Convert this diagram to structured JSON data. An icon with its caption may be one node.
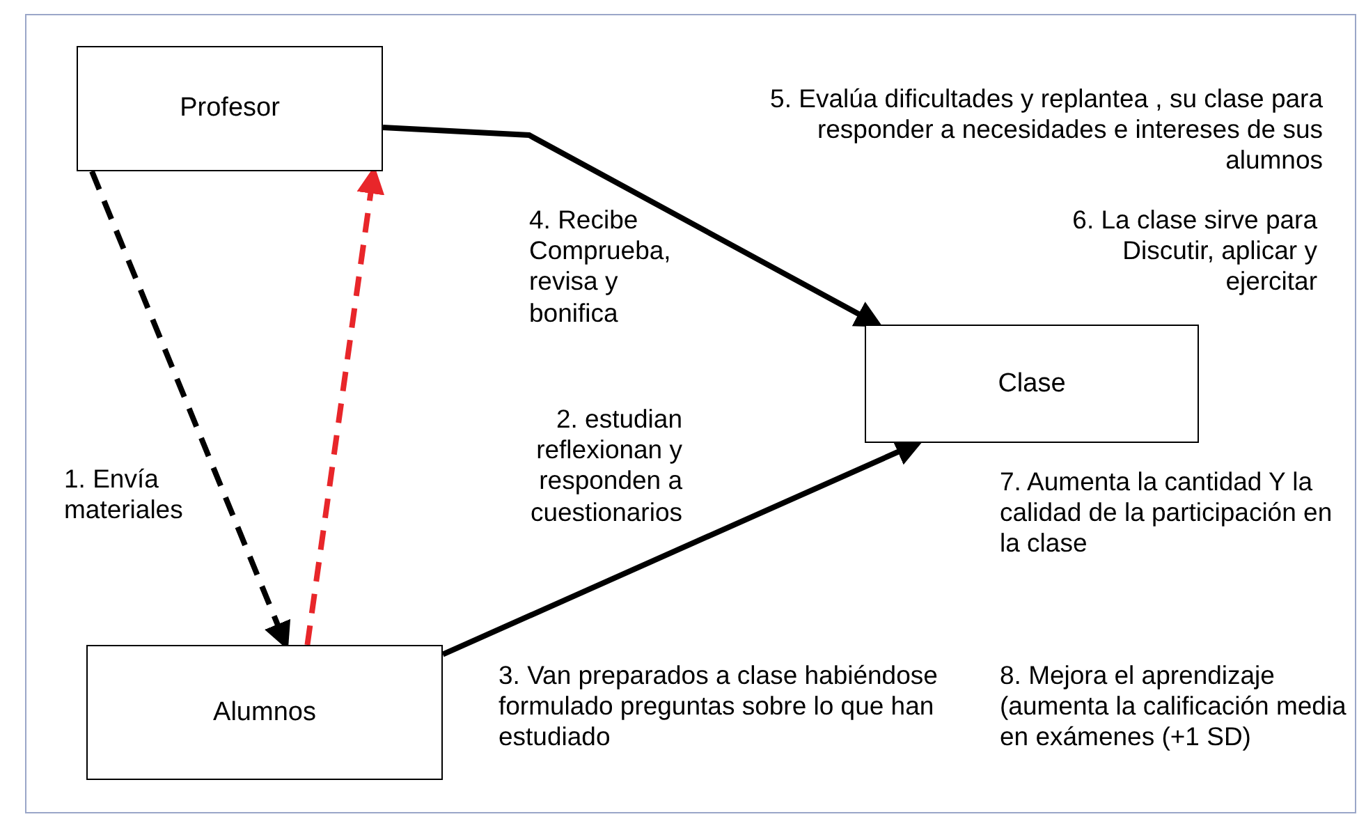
{
  "diagram": {
    "nodes": [
      {
        "text": [
          "Profesor"
        ]
      },
      {
        "text": [
          "Clase"
        ]
      },
      {
        "text": [
          "Alumnos"
        ]
      }
    ],
    "edges": [
      {
        "from": 0,
        "to": 2,
        "arrow": "to",
        "style": "dashed",
        "label": "1. Envía materiales"
      },
      {
        "from": 2,
        "to": 0,
        "arrow": "to",
        "style": "dashed",
        "color": "#e8262a"
      },
      {
        "from": 0,
        "to": 1,
        "arrow": "to",
        "label": "5. Evalúa dificultades y replantea , su clase para responder a necesidades e intereses de sus alumnos"
      },
      {
        "from": 2,
        "to": 1,
        "arrow": "to",
        "label": "2. estudian reflexionan y responden a cuestionarios"
      }
    ],
    "labels": [
      "4. Recibe Comprueba, revisa y bonifica",
      "6. La clase sirve para Discutir, aplicar y ejercitar",
      "7. Aumenta la cantidad Y la calidad de la participación en la clase",
      "3. Van preparados a clase habiéndose formulado preguntas sobre lo que han estudiado",
      "8. Mejora el aprendizaje (aumenta la calificación media en exámenes (+1 SD)"
    ]
  }
}
